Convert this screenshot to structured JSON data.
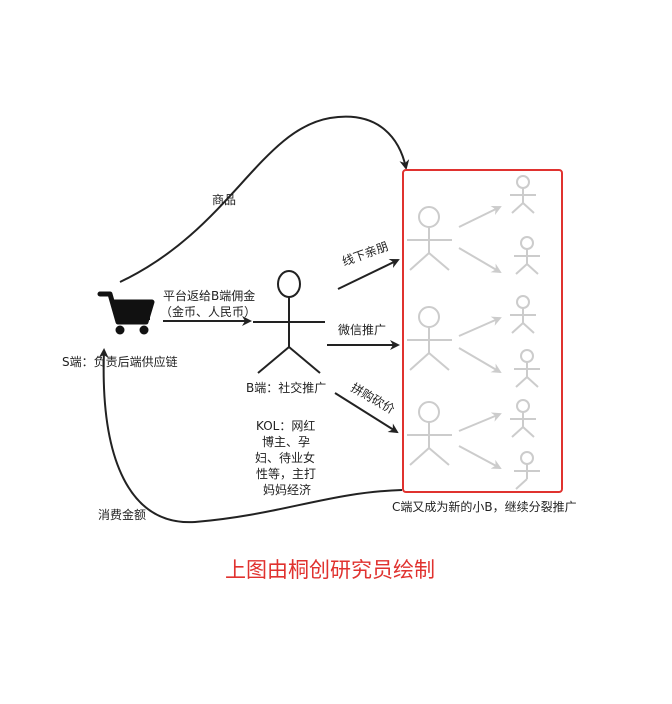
{
  "labels": {
    "goods": "商品",
    "commission_line1": "平台返给B端佣金",
    "commission_line2": "（金币、人民币）",
    "s_side": "S端：负责后端供应链",
    "b_side": "B端：社交推广",
    "kol_lines": [
      "KOL：网红",
      "博主、孕",
      "妇、待业女",
      "性等，主打",
      "妈妈经济"
    ],
    "offline": "线下亲朋",
    "wechat": "微信推广",
    "group_buy": "拼购砍价",
    "c_side": "C端又成为新的小B，继续分裂推广",
    "spending": "消费金额"
  },
  "footer": "上图由桐创研究员绘制",
  "colors": {
    "accent_red": "#e0322f",
    "line_dark": "#222222",
    "figure_faint": "#cccccc"
  }
}
